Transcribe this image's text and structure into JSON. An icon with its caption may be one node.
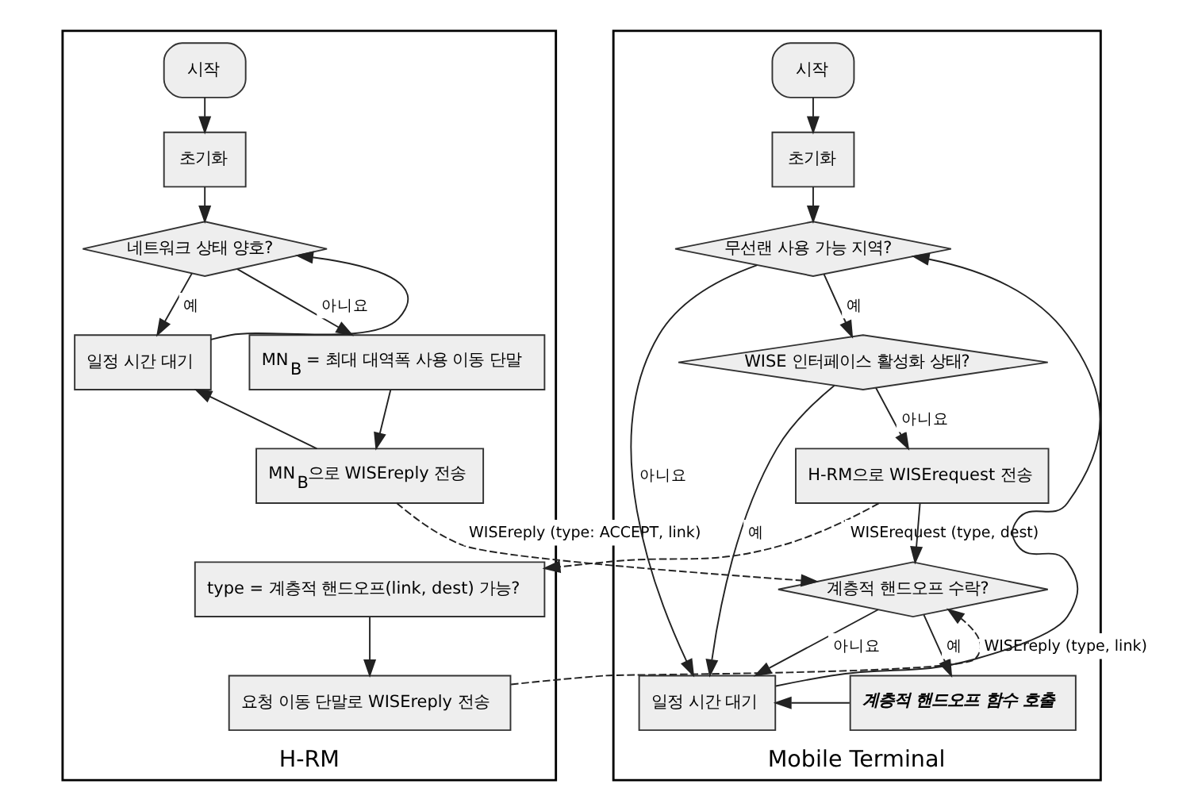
{
  "diagram": {
    "nodes": [
      {
        "text": [
          "H-RM"
        ]
      },
      {
        "text": [
          "시작"
        ],
        "in": 0
      },
      {
        "text": [
          "초기화"
        ],
        "in": 0
      },
      {
        "text": [
          "네트워크 상태 양호?"
        ],
        "in": 0
      },
      {
        "text": [
          "일정 시간 대기"
        ],
        "in": 0
      },
      {
        "text": [
          "MN$_{B}$ = 최대 대역폭 사용 이동 단말"
        ],
        "in": 0
      },
      {
        "text": [
          "MN$_{B}$으로 WISEreply 전송"
        ],
        "in": 0
      },
      {
        "text": [
          "type = 계층적 핸드오프(link, dest) 가능?"
        ],
        "in": 0
      },
      {
        "text": [
          "요청 이동 단말로 WISEreply 전송"
        ],
        "in": 0
      },
      {
        "text": [
          "Mobile Terminal"
        ]
      },
      {
        "text": [
          "시작"
        ],
        "in": 9
      },
      {
        "text": [
          "초기화"
        ],
        "in": 9
      },
      {
        "text": [
          "무선랜 사용 가능 지역?"
        ],
        "in": 9
      },
      {
        "text": [
          "WISE 인터페이스 활성화 상태?"
        ],
        "in": 9
      },
      {
        "text": [
          "H-RM으로 WISErequest 전송"
        ],
        "in": 9
      },
      {
        "text": [
          "일정 시간 대기"
        ],
        "in": 9
      },
      {
        "text": [
          "계층적 핸드오프 수락?"
        ],
        "in": 9
      },
      {
        "text": [
          "계층적 핸드오프 함수 호출"
        ],
        "in": 9
      }
    ],
    "edges": [
      {
        "from": 1,
        "to": 2,
        "arrow": "to"
      },
      {
        "from": 2,
        "to": 3,
        "arrow": "to"
      },
      {
        "from": 3,
        "to": 4,
        "arrow": "to",
        "label": "예"
      },
      {
        "from": 3,
        "to": 5,
        "arrow": "to",
        "label": "아니요"
      },
      {
        "from": 5,
        "to": 6,
        "arrow": "to"
      },
      {
        "from": 6,
        "to": 4,
        "arrow": "to"
      },
      {
        "from": 4,
        "to": 3,
        "arrow": "to"
      },
      {
        "from": 7,
        "to": 8,
        "arrow": "to"
      },
      {
        "from": 10,
        "to": 11,
        "arrow": "to"
      },
      {
        "from": 11,
        "to": 12,
        "arrow": "to"
      },
      {
        "from": 12,
        "to": 13,
        "arrow": "to",
        "label": "예"
      },
      {
        "from": 12,
        "to": 15,
        "arrow": "to",
        "label": "아니요"
      },
      {
        "from": 13,
        "to": 15,
        "arrow": "to",
        "label": "예"
      },
      {
        "from": 13,
        "to": 14,
        "arrow": "to",
        "label": "아니요"
      },
      {
        "from": 14,
        "to": 16,
        "arrow": "to"
      },
      {
        "from": 16,
        "to": 15,
        "arrow": "to",
        "label": "아니요"
      },
      {
        "from": 16,
        "to": 17,
        "arrow": "to",
        "label": "예"
      },
      {
        "from": 17,
        "to": 15,
        "arrow": "to"
      },
      {
        "from": 15,
        "to": 12,
        "arrow": "to"
      },
      {
        "from": 6,
        "to": 16,
        "arrow": "to",
        "style": "dashed",
        "label": "WISEreply (type: ACCEPT, link)"
      },
      {
        "from": 14,
        "to": 7,
        "arrow": "to",
        "style": "dashed",
        "label": "WISErequest (type, dest)"
      },
      {
        "from": 8,
        "to": 16,
        "arrow": "to",
        "style": "dashed",
        "label": "WISEreply (type, link)"
      }
    ]
  }
}
